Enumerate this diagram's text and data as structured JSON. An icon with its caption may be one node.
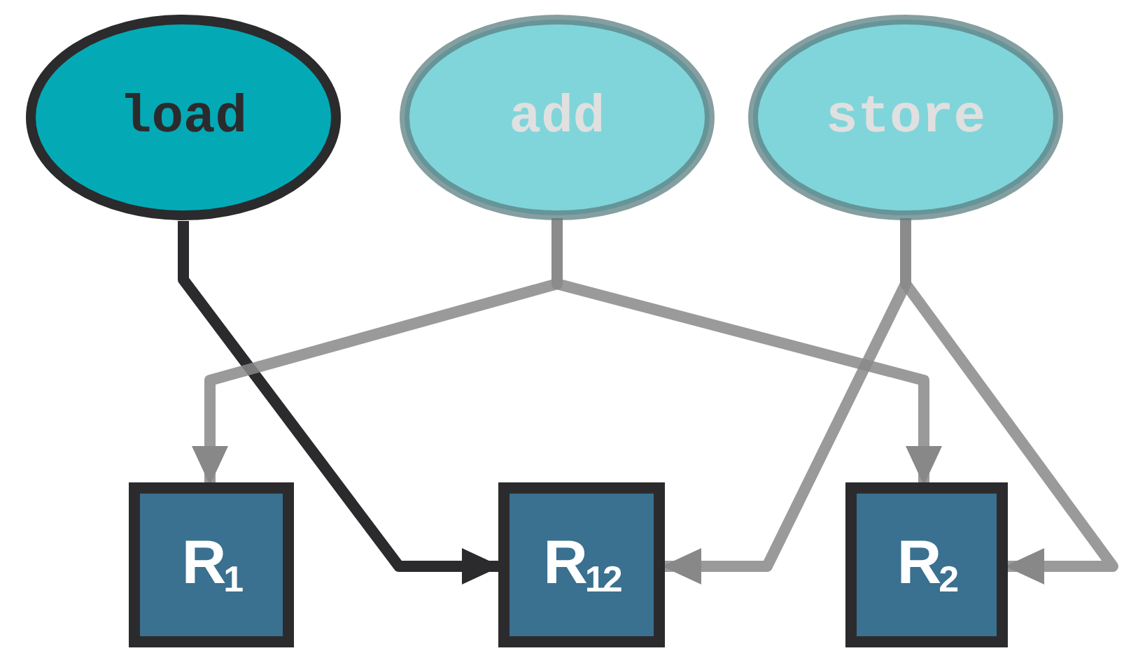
{
  "diagram": {
    "nodes": [
      {
        "text": [
          "load"
        ]
      },
      {
        "text": [
          "add"
        ]
      },
      {
        "text": [
          "store"
        ]
      },
      {
        "text": [
          "R$_{1}$"
        ]
      },
      {
        "text": [
          "R$_{12}$"
        ]
      },
      {
        "text": [
          "R$_{2}$"
        ]
      }
    ],
    "edges": [
      {
        "from": 0,
        "to": 4,
        "arrow": "to",
        "color": "#2b2b2d"
      },
      {
        "from": 1,
        "to": 3,
        "arrow": "to"
      },
      {
        "from": 1,
        "to": 5,
        "arrow": "to"
      },
      {
        "from": 2,
        "to": 4,
        "arrow": "to"
      },
      {
        "from": 2,
        "to": 5,
        "arrow": "to"
      }
    ]
  }
}
